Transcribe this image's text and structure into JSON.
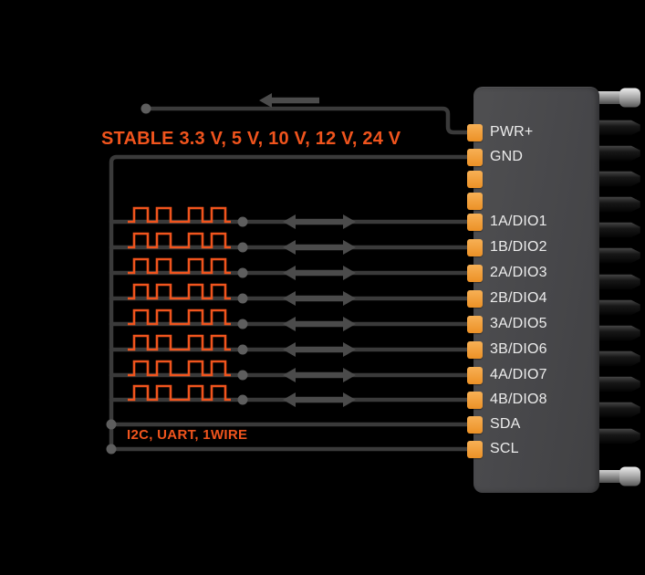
{
  "annotations": {
    "power_note": "STABLE 3.3 V, 5 V, 10 V, 12 V, 24 V",
    "comm_note": "I2C, UART, 1WIRE"
  },
  "connector": {
    "pins": [
      {
        "label": "PWR+"
      },
      {
        "label": "GND"
      },
      {
        "label": "1A/DIO1"
      },
      {
        "label": "1B/DIO2"
      },
      {
        "label": "2A/DIO3"
      },
      {
        "label": "2B/DIO4"
      },
      {
        "label": "3A/DIO5"
      },
      {
        "label": "3B/DIO6"
      },
      {
        "label": "4A/DIO7"
      },
      {
        "label": "4B/DIO8"
      },
      {
        "label": "SDA"
      },
      {
        "label": "SCL"
      }
    ],
    "unused_pad_count": 2
  },
  "icons": {
    "power_direction": "left-arrow-icon",
    "dio_direction": "double-headed-arrow-icon",
    "dio_signal": "square-wave-icon"
  },
  "colors": {
    "background": "#000000",
    "wire_gray": "#3a3a3a",
    "arrow_gray": "#4b4b4b",
    "dot_gray": "#5e5e5e",
    "signal_orange": "#f0541d",
    "pad_orange": "#f2a43f",
    "connector_gray": "#48484a",
    "label_white": "#ececec",
    "post_silver": "#b5b5b5",
    "pin_black": "#161616"
  }
}
